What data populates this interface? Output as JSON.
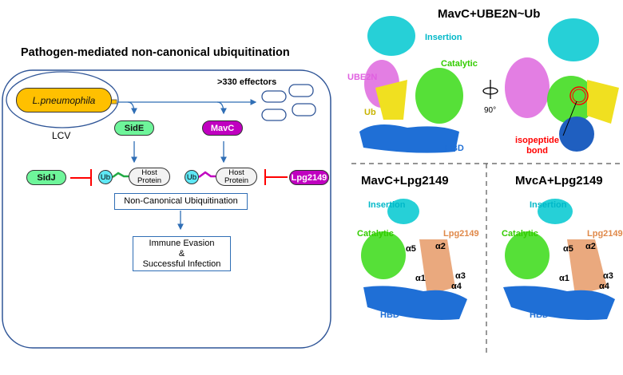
{
  "left": {
    "title": "Pathogen-mediated non-canonical ubiquitination",
    "lcv_label": "LCV",
    "bacterium": "L.pneumophila",
    "effectors": ">330 effectors",
    "side": "SidE",
    "mavc": "MavC",
    "sidj": "SidJ",
    "lpg2149": "Lpg2149",
    "ub": "Ub",
    "host_line1": "Host",
    "host_line2": "Protein",
    "noncanonical": "Non-Canonical Ubiquitination",
    "outcome_line1": "Immune Evasion",
    "outcome_line2": "&",
    "outcome_line3": "Successful Infection"
  },
  "top_panel": {
    "title": "MavC+UBE2N~Ub",
    "insertion": "Insertion",
    "catalytic": "Catalytic",
    "ube2n": "UBE2N",
    "ub": "Ub",
    "hbd": "HBD",
    "rotation": "90°",
    "isopeptide_line1": "isopeptide",
    "isopeptide_line2": "bond"
  },
  "panel_mavc": {
    "title": "MavC+Lpg2149",
    "insertion": "Insertion",
    "catalytic": "Catalytic",
    "lpg2149": "Lpg2149",
    "a5": "α5",
    "a2": "α2",
    "a1": "α1",
    "a3": "α3",
    "a4": "α4",
    "hbd": "HBD"
  },
  "panel_mvca": {
    "title": "MvcA+Lpg2149",
    "insertion": "Insertion",
    "catalytic": "Catalytic",
    "lpg2149": "Lpg2149",
    "a5": "α5",
    "a2": "α2",
    "a1": "α1",
    "a3": "α3",
    "a4": "α4",
    "hbd": "HBD"
  },
  "colors": {
    "insertion": "#00b8c8",
    "catalytic": "#33cc00",
    "ube2n": "#e060e0",
    "ub": "#c8b400",
    "hbd": "#1f6fd6",
    "lpg2149": "#e0894a",
    "red": "#ff0000",
    "cell": "#2f5597"
  }
}
